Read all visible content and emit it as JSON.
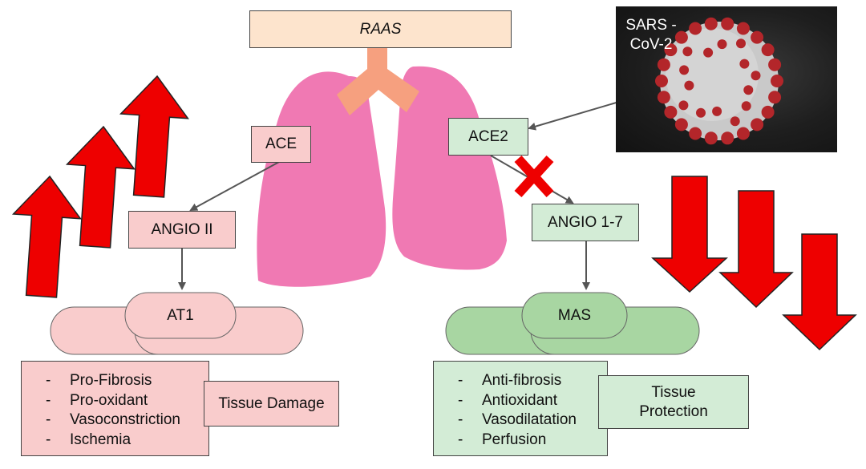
{
  "raas": {
    "label": "RAAS"
  },
  "virus": {
    "label": "SARS - CoV-2"
  },
  "ace": {
    "label": "ACE"
  },
  "ace2": {
    "label": "ACE2"
  },
  "angio2": {
    "label": "ANGIO II"
  },
  "angio17": {
    "label": "ANGIO 1-7"
  },
  "at1": {
    "label": "AT1"
  },
  "mas": {
    "label": "MAS"
  },
  "left_effects": [
    "Pro-Fibrosis",
    "Pro-oxidant",
    "Vasoconstriction",
    "Ischemia"
  ],
  "left_outcome": "Tissue Damage",
  "right_effects": [
    "Anti-fibrosis",
    "Antioxidant",
    "Vasodilatation",
    "Perfusion"
  ],
  "right_outcome": "Tissue Protection",
  "colors": {
    "pink_fill": "#f9cccc",
    "green_fill": "#d3ecd6",
    "peach_fill": "#fde4cd",
    "lung": "#f079b3",
    "trachea": "#f6a07f",
    "arrow_red": "#ee0000",
    "virus_spike": "#b3262a"
  }
}
